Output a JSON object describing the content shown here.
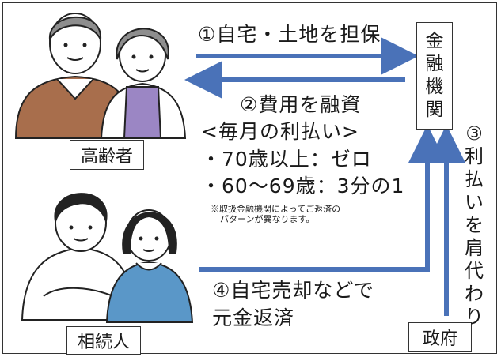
{
  "labels": {
    "step1": "①自宅・土地を担保",
    "step2": "②費用を融資",
    "monthly": "<毎月の利払い>",
    "over70": "・70歳以上：ゼロ",
    "age60s": "・60〜69歳：3分の1",
    "note_line1": "※取扱金融機関によってご返済の",
    "note_line2": "パターンが異なります。",
    "step4_line1": "④自宅売却などで",
    "step4_line2": "元金返済"
  },
  "actors": {
    "elderly": "高齢者",
    "heirs": "相続人",
    "government": "政府",
    "bank_chars": [
      "金",
      "融",
      "機",
      "関"
    ]
  },
  "step3_chars": [
    "③",
    "利",
    "払",
    "い",
    "を",
    "肩",
    "代",
    "わ",
    "り"
  ],
  "colors": {
    "arrow": "#4a72b8",
    "border": "#333333",
    "man_sweater": "#a86e4c",
    "woman_top": "#9b86c4",
    "heir_woman_top": "#5a97c8",
    "skin": "#ffffff",
    "hair_gray": "#8e8e8e",
    "hair_dark": "#222222"
  }
}
